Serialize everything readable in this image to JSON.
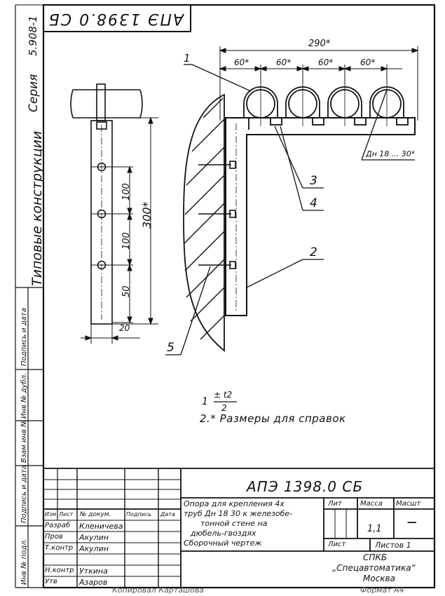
{
  "top_code": "АПЭ 1398.0 СБ",
  "side": {
    "series_label": "Серия",
    "series_number": "5.908-1",
    "title": "Типовые конструкции"
  },
  "left_strip": [
    "Подпись и дата",
    "Взам инв №",
    "Инв № дубл.",
    "Подпись и дата",
    "Инв № подл."
  ],
  "drawing": {
    "dim_total": "290*",
    "dim_spacing": [
      "60*",
      "60*",
      "60*",
      "60*"
    ],
    "pipe_label": "Дн 18 ... 30*",
    "callouts": [
      "1",
      "2",
      "3",
      "4",
      "5"
    ],
    "left_dims": [
      "100",
      "100",
      "50"
    ],
    "total_height": "300*",
    "bottom_width": "20"
  },
  "notes": {
    "note1_num": "1",
    "note1_tol": "± t2",
    "note1_den": "2",
    "note2": "2.* Размеры для справок"
  },
  "title_block": {
    "designation": "АПЭ 1398.0 СБ",
    "description": [
      "Опора для крепления 4х",
      "труб Дн 18   30 к железобе-",
      "тонной стене на",
      "дюбель-гвоздях",
      "Сборочный чертеж"
    ],
    "headers": {
      "izm": "Изм",
      "list": "Лист",
      "doc": "№ докум.",
      "sign": "Подпись",
      "date": "Дата"
    },
    "people": [
      {
        "role": "Разраб",
        "name": "Кленичева"
      },
      {
        "role": "Пров",
        "name": "Акулин"
      },
      {
        "role": "Т.контр",
        "name": "Акулин"
      },
      {
        "role": "",
        "name": ""
      },
      {
        "role": "Н.контр",
        "name": "Уткина"
      },
      {
        "role": "Утв",
        "name": "Азаров"
      }
    ],
    "lit_label": "Лит",
    "mass_label": "Масса",
    "scale_label": "Масшт",
    "mass_value": "1,1",
    "scale_value": "—",
    "sheet_label": "Лист",
    "sheets_label": "Листов 1",
    "org": [
      "СПКБ",
      "„Спецавтоматика“",
      "Москва"
    ]
  },
  "footer": {
    "copied": "Копировал  Карташова",
    "format": "Формат А4"
  }
}
